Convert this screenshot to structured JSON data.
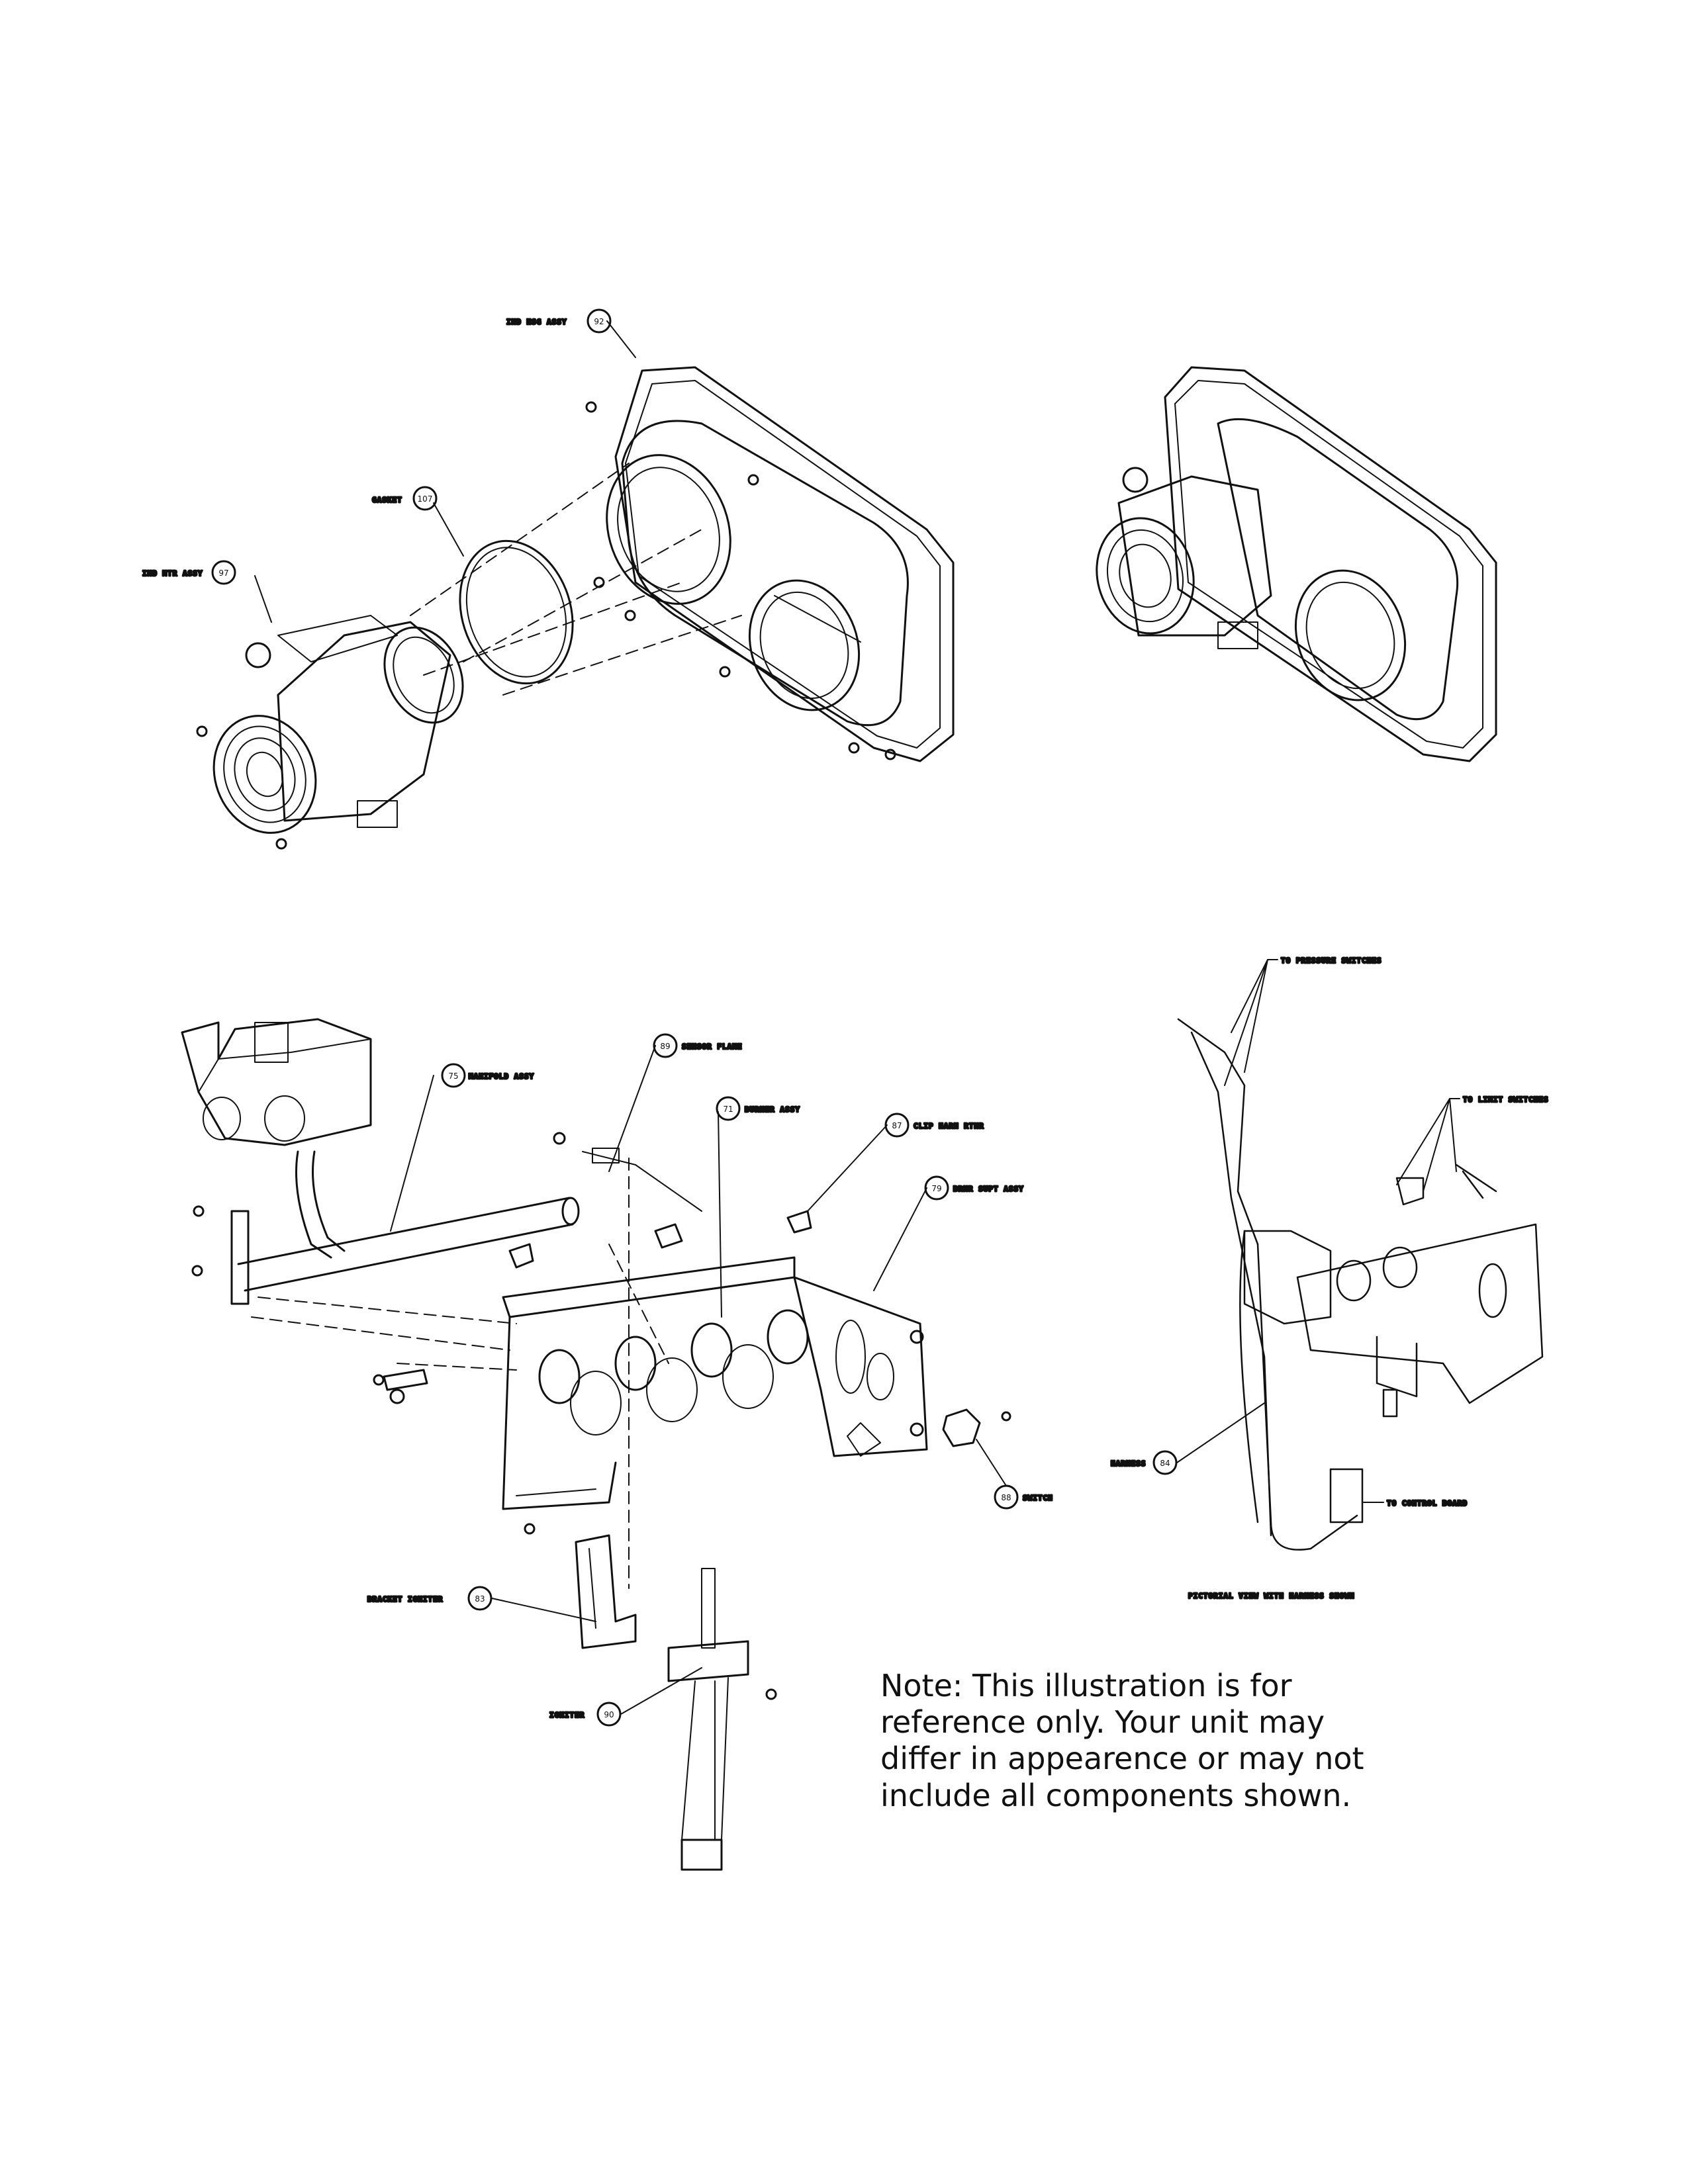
{
  "callouts": {
    "ind_hsg_assy": {
      "label": "IND HSG ASSY",
      "num": "92"
    },
    "gasket": {
      "label": "GASKET",
      "num": "107"
    },
    "ind_mtr_assy": {
      "label": "IND MTR ASSY",
      "num": "97"
    },
    "manifold_assy": {
      "label": "MANIFOLD ASSY",
      "num": "75"
    },
    "sensor_flame": {
      "label": "SENSOR FLAME",
      "num": "89"
    },
    "burner_assy": {
      "label": "BURNER ASSY",
      "num": "71"
    },
    "clip_harn_rtnr": {
      "label": "CLIP HARN RTNR",
      "num": "87"
    },
    "brnr_supt_assy": {
      "label": "BRNR SUPT ASSY",
      "num": "79"
    },
    "switch": {
      "label": "SWITCH",
      "num": "88"
    },
    "bracket_igniter": {
      "label": "BRACKET IGNITER",
      "num": "83"
    },
    "igniter": {
      "label": "IGNITER",
      "num": "90"
    },
    "harness": {
      "label": "HARNESS",
      "num": "84"
    }
  },
  "harness_view": {
    "to_pressure_switches": "TO PRESSURE SWITCHES",
    "to_limit_switches": "TO LIMIT SWITCHES",
    "to_control_board": "TO CONTROL BOARD",
    "caption": "PICTORIAL VIEW WITH HARNESS SHOWN"
  },
  "note": {
    "line1": "Note: This illustration is for",
    "line2": "reference only. Your unit may",
    "line3": "differ in appearence or may not",
    "line4": "include all components shown."
  }
}
